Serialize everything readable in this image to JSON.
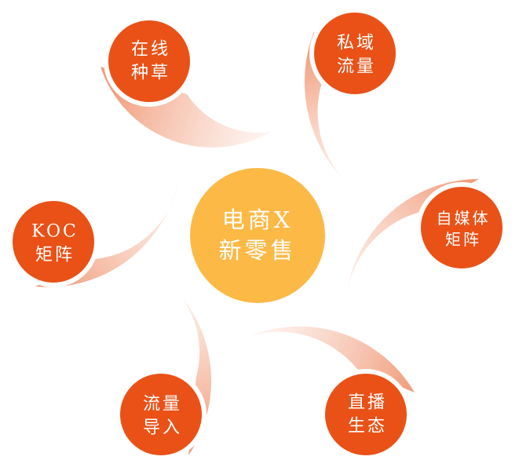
{
  "colors": {
    "node": "#E95117",
    "center": "#FDB946",
    "tail_dark": "#EE8A63",
    "tail_light": "#FDEDE6"
  },
  "center": {
    "line1": "电商X",
    "line2": "新零售"
  },
  "nodes": [
    {
      "line1": "在线",
      "line2": "种草"
    },
    {
      "line1": "私域",
      "line2": "流量"
    },
    {
      "line1": "自媒体",
      "line2": "矩阵"
    },
    {
      "line1": "KOC",
      "line2": "矩阵"
    },
    {
      "line1": "流量",
      "line2": "导入"
    },
    {
      "line1": "直播",
      "line2": "生态"
    }
  ]
}
